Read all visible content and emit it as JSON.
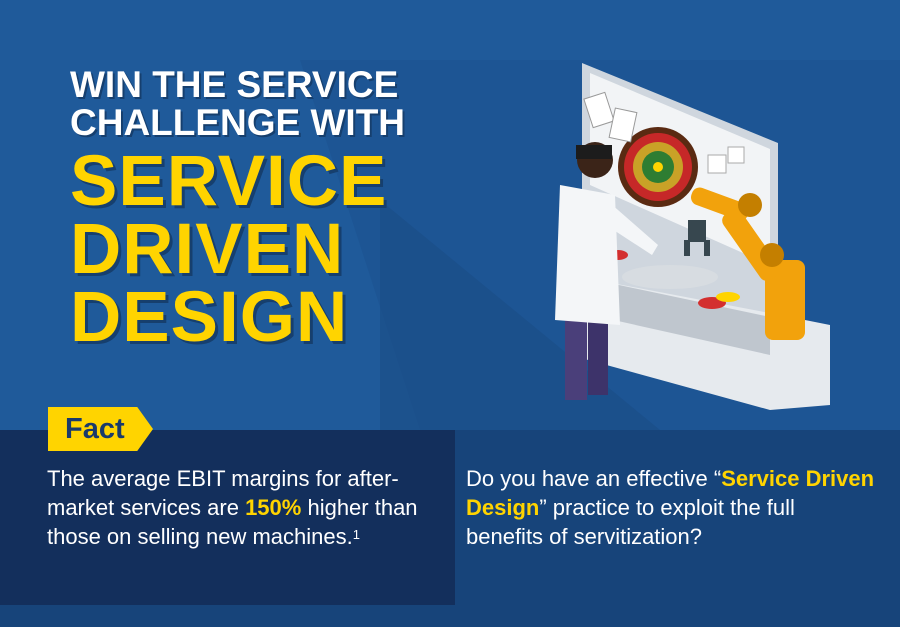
{
  "headline": {
    "line1": "WIN THE SERVICE",
    "line2": "CHALLENGE WITH",
    "line3": "SERVICE",
    "line4": "DRIVEN",
    "line5": "DESIGN"
  },
  "fact": {
    "tag_label": "Fact",
    "text_part1": "The average EBIT margins for after-market services are ",
    "text_highlight": "150%",
    "text_part2": " higher than those on selling new machines.",
    "footnote": "1"
  },
  "question": {
    "part1": "Do you have an effective “",
    "highlight": "Service Driven Design",
    "part2": "” practice to exploit the full benefits of servitization?"
  },
  "colors": {
    "background": "#1f5a9a",
    "accent": "#ffd400",
    "band": "#17447a"
  },
  "illustration": {
    "icon": "casino-robot-arm-illustration"
  }
}
